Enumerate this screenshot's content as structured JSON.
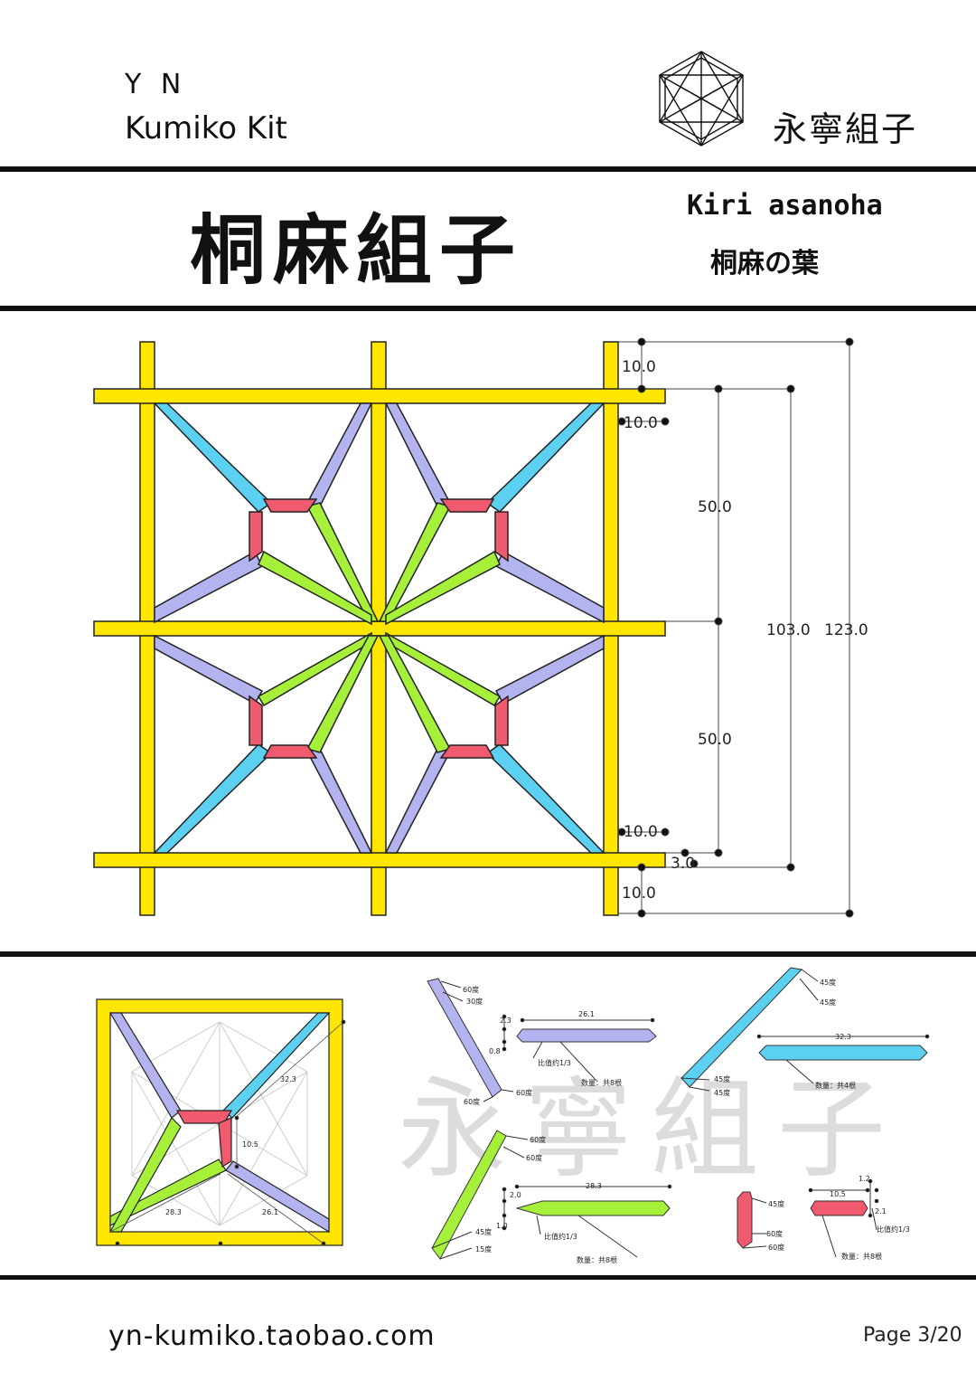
{
  "header": {
    "brand_line1": "Y N",
    "brand_line2": "Kumiko Kit",
    "logo_text": "永寧組子"
  },
  "title": {
    "main": "桐麻組子",
    "english": "Kiri asanoha",
    "japanese": "桐麻の葉"
  },
  "colors": {
    "frame": "#ffe600",
    "blue": "#5bd0f0",
    "purple": "#b3b3f0",
    "green": "#a6f03a",
    "red": "#f05a6e"
  },
  "dimensions": {
    "top_10": "10.0",
    "inner_top_10": "10.0",
    "upper_50": "50.0",
    "lower_50": "50.0",
    "total_103": "103.0",
    "total_123": "123.0",
    "inner_bottom_10": "10.0",
    "bar_3": "3.0",
    "bottom_10": "10.0"
  },
  "detail": {
    "dim_32_3": "32.3",
    "dim_10_5": "10.5",
    "dim_28_3": "28.3",
    "dim_26_1": "26.1"
  },
  "pieces": {
    "purple": {
      "angle_a": "60度",
      "angle_b": "30度",
      "angle_c": "60度",
      "angle_d": "60度",
      "length": "26.1",
      "t1": "2.3",
      "t2": "0.8",
      "ratio": "比值约1/3",
      "count": "数量：共8根"
    },
    "blue": {
      "angle_a": "45度",
      "angle_b": "45度",
      "angle_c": "45度",
      "angle_d": "45度",
      "length": "32.3",
      "count": "数量：共4根"
    },
    "green": {
      "angle_a": "60度",
      "angle_b": "60度",
      "angle_c": "45度",
      "angle_d": "15度",
      "length": "28.3",
      "t1": "2.0",
      "t2": "1.0",
      "ratio": "比值约1/3",
      "count": "数量：共8根"
    },
    "red": {
      "angle_a": "45度",
      "angle_b": "60度",
      "angle_c": "60度",
      "length": "10.5",
      "t1": "1.2",
      "t2": "2.1",
      "ratio": "比值约1/3",
      "count": "数量：共8根"
    }
  },
  "watermark": "永寧組子",
  "footer": {
    "url": "yn-kumiko.taobao.com",
    "page": "Page 3/20"
  }
}
